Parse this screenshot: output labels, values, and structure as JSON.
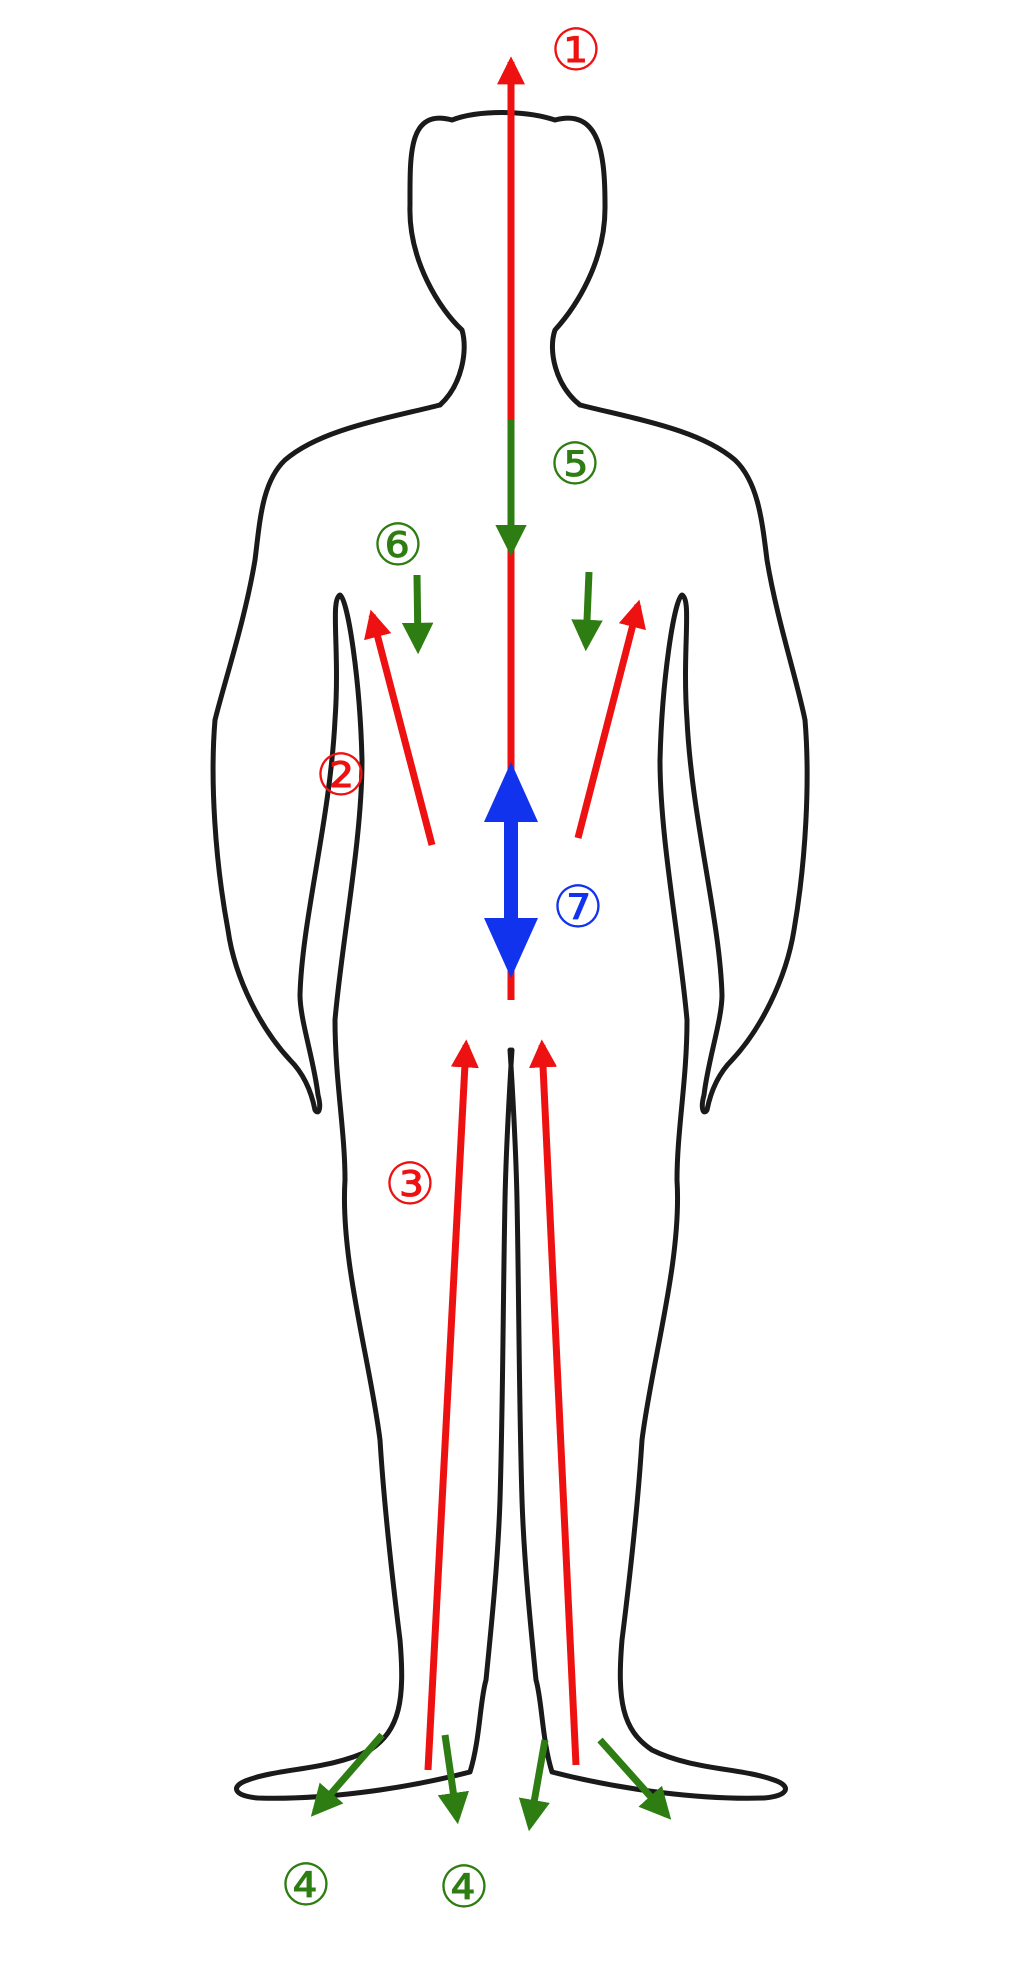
{
  "colors": {
    "outline": "#1a1a1a",
    "red": "#ee1111",
    "green": "#2e7d12",
    "blue": "#1133ee"
  },
  "labels": {
    "l1": "①",
    "l2": "②",
    "l3": "③",
    "l4a": "④",
    "l4b": "④",
    "l5": "⑤",
    "l6": "⑥",
    "l7": "⑦"
  }
}
